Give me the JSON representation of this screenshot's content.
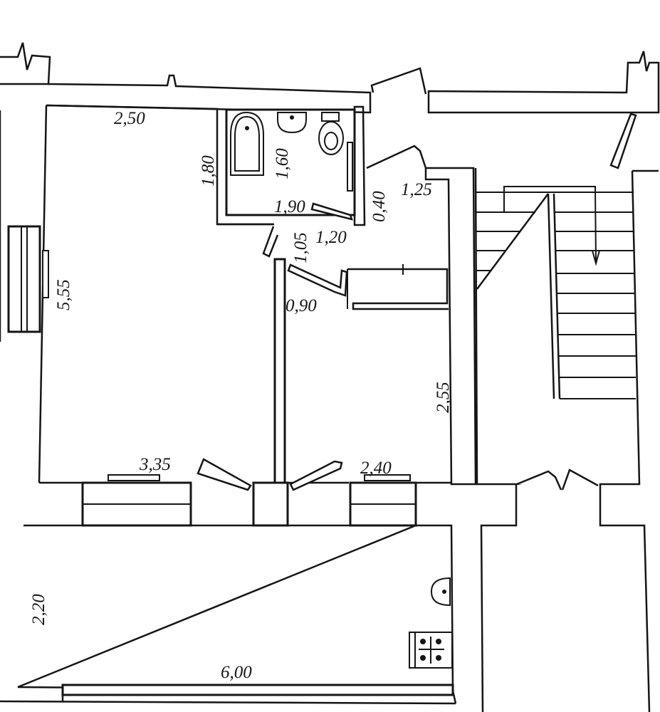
{
  "colors": {
    "ink": "#151515",
    "paper": "#ffffff"
  },
  "dimensions": {
    "room_top_width": "2,50",
    "bath_height": "1,80",
    "bath_depth": "1,60",
    "bath_width": "1,90",
    "hall_step": "0,40",
    "hall_top": "1,25",
    "door_105": "1,05",
    "corridor_120": "1,20",
    "left_room_height": "5,55",
    "corridor_090": "0,90",
    "right_room_height": "2,55",
    "left_room_width": "3,35",
    "right_room_width": "2,40",
    "bottom_room_height": "2,20",
    "bottom_room_width": "6,00"
  },
  "fixtures": [
    "bathtub-icon",
    "sink-icon",
    "toilet-icon",
    "stove-icon",
    "kitchen-sink-icon",
    "radiator-icon",
    "staircase-arrow-icon"
  ]
}
